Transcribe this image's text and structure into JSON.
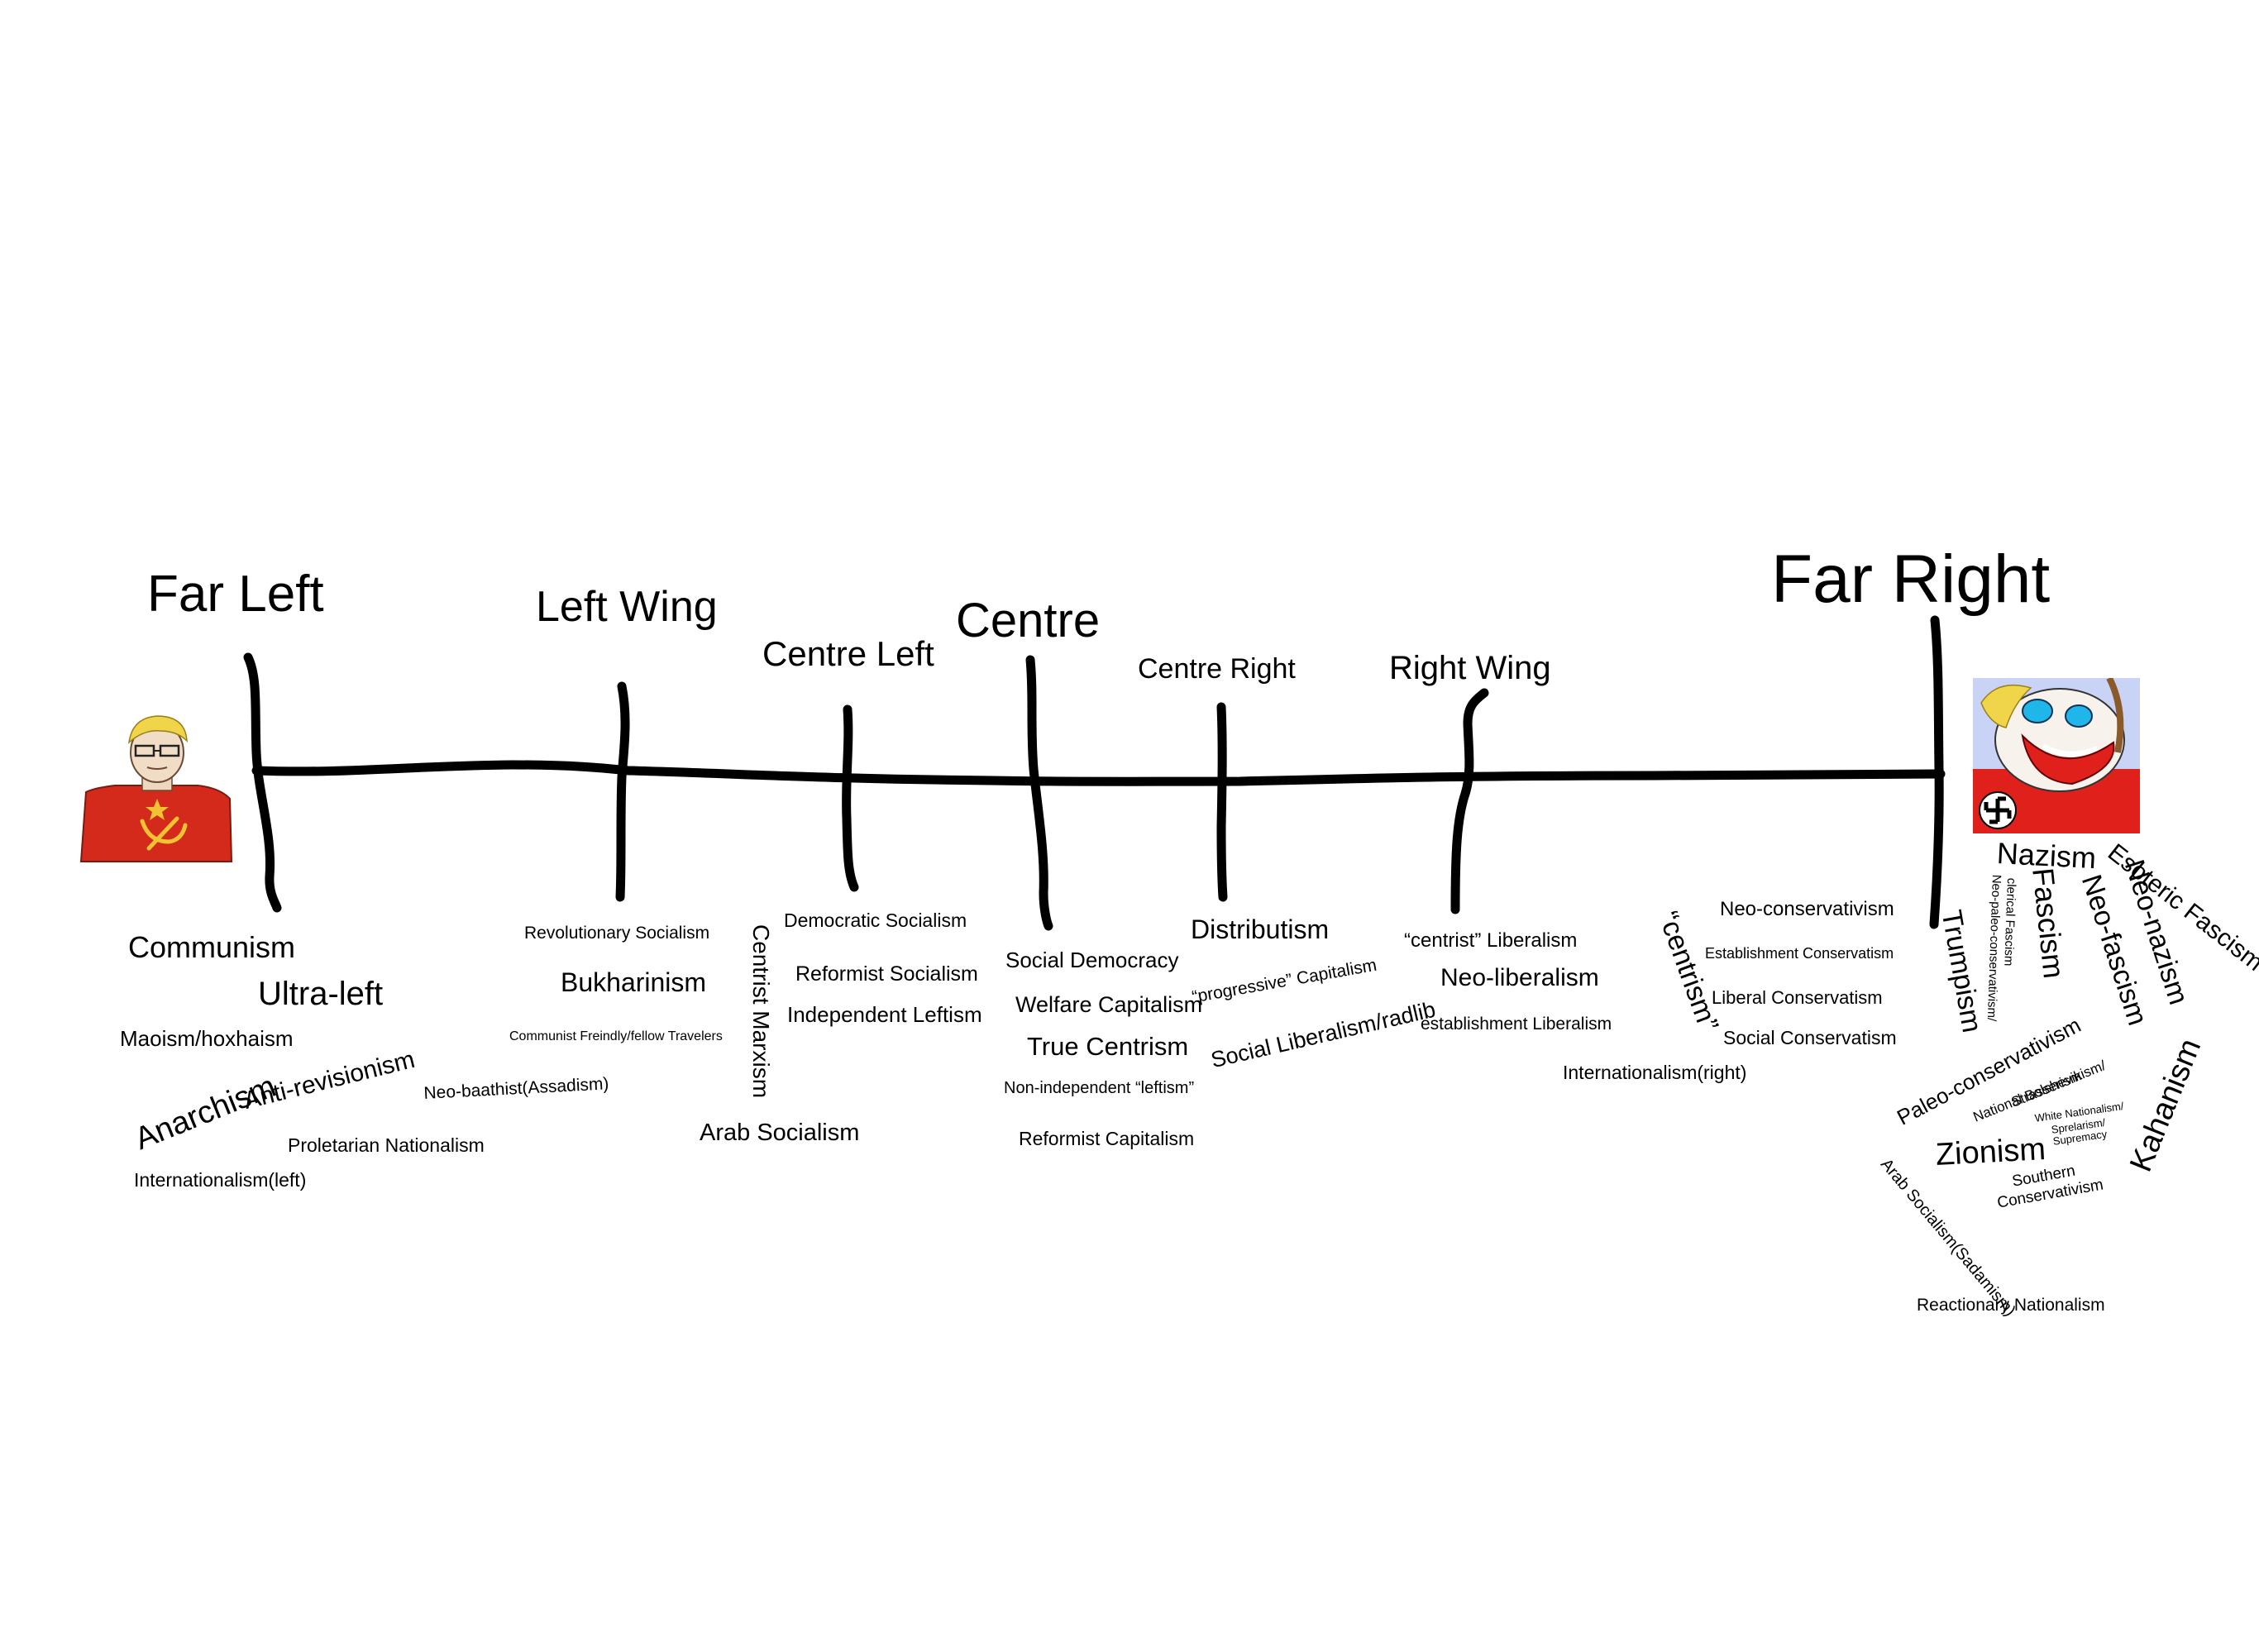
{
  "headings": {
    "far_left": "Far Left",
    "left_wing": "Left Wing",
    "centre_left": "Centre Left",
    "centre": "Centre",
    "centre_right": "Centre Right",
    "right_wing": "Right Wing",
    "far_right": "Far Right"
  },
  "ideologies": {
    "communism": "Communism",
    "ultra_left": "Ultra-left",
    "maoism": "Maoism/hoxhaism",
    "anarchism": "Anarchism",
    "anti_revisionism": "Anti-revisionism",
    "proletarian_nationalism": "Proletarian Nationalism",
    "internationalism_left": "Internationalism(left)",
    "neo_baathist": "Neo-baathist(Assadism)",
    "revolutionary_socialism": "Revolutionary Socialism",
    "bukharinism": "Bukharinism",
    "communist_friendly": "Communist Freindly/fellow Travelers",
    "centrist_marxism": "Centrist Marxism",
    "arab_socialism_left": "Arab Socialism",
    "democratic_socialism": "Democratic Socialism",
    "reformist_socialism": "Reformist Socialism",
    "independent_leftism": "Independent Leftism",
    "social_democracy": "Social Democracy",
    "welfare_capitalism": "Welfare Capitalism",
    "true_centrism": "True Centrism",
    "non_independent_leftism": "Non-independent “leftism”",
    "reformist_capitalism": "Reformist Capitalism",
    "distributism": "Distributism",
    "progressive_capitalism": "“progressive” Capitalism",
    "social_liberalism": "Social Liberalism/radlib",
    "centrist_liberalism": "“centrist” Liberalism",
    "neo_liberalism": "Neo-liberalism",
    "establishment_liberalism": "establishment Liberalism",
    "centrism_quoted": "“centrism”",
    "internationalism_right": "Internationalism(right)",
    "neo_conservativism": "Neo-conservativism",
    "establishment_conservatism": "Establishment Conservatism",
    "liberal_conservatism": "Liberal Conservatism",
    "social_conservatism": "Social Conservatism",
    "trumpism": "Trumpism",
    "neo_paleo_1": "Neo-paleo-conservativism/",
    "neo_paleo_2": "clerical Fascism",
    "nazism": "Nazism",
    "fascism": "Fascism",
    "neo_fascism": "Neo-fascism",
    "neo_nazism": "Neo-nazism",
    "esoteric_fascism": "Esoteric Fascism",
    "paleo_conservativism": "Paleo-conservativism",
    "national_bolshevikism_1": "National Bolshevikism/",
    "national_bolshevikism_2": "Strasserism",
    "white_nationalism_1": "White Nationalism/",
    "white_nationalism_2": "Sprelarism/",
    "white_nationalism_3": "Supremacy",
    "kahanism": "Kahanism",
    "zionism": "Zionism",
    "arab_socialism_right": "Arab Socialism(Sadamism)",
    "southern_conservativism_1": "Southern",
    "southern_conservativism_2": "Conservativism",
    "reactionary_nationalism": "Reactionary Nationalism"
  },
  "colors": {
    "line": "#000000",
    "left_avatar_shirt": "#d42a1c",
    "right_avatar_bg": "#e0201a",
    "symbol_yellow": "#f1c232",
    "right_avatar_sky": "#c9d3f5"
  },
  "icons": {
    "left_avatar": "soviet-wojak-icon",
    "right_avatar": "nazi-clown-wojak-icon"
  }
}
